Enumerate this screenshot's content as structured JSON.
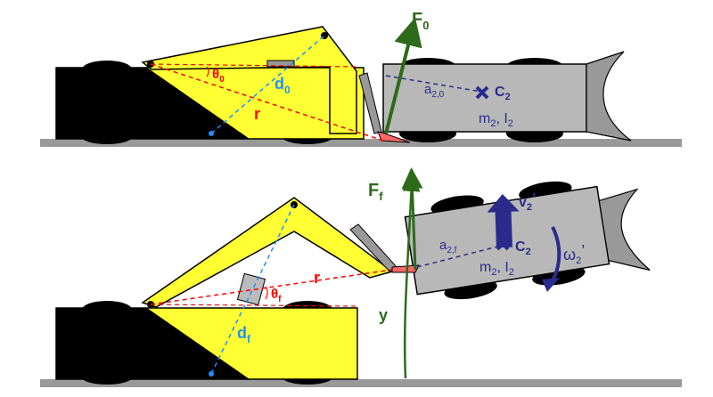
{
  "colors": {
    "ground": "#999999",
    "body_black": "#000000",
    "arm_yellow": "#ffff33",
    "target_gray": "#b8b8b8",
    "force_green": "#2d6a1a",
    "label_red": "#ff0000",
    "label_blue": "#1e90ff",
    "label_navy": "#2b2b8c",
    "outline": "#000000"
  },
  "top_scene": {
    "force_label": "F",
    "force_sub": "0",
    "angle_label": "θ",
    "angle_sub": "0",
    "d_label": "d",
    "d_sub": "0",
    "r_label": "r",
    "a_label": "a",
    "a_sub": "2,0",
    "c_label": "C",
    "c_sub": "2",
    "mass_label": "m",
    "mass_sub": "2",
    "inertia_label": ", I",
    "inertia_sub": "2"
  },
  "bottom_scene": {
    "force_label": "F",
    "force_sub": "f",
    "angle_label": "θ",
    "angle_sub": "f",
    "d_label": "d",
    "d_sub": "f",
    "r_label": "r",
    "a_label": "a",
    "a_sub": "2,f",
    "c_label": "C",
    "c_sub": "2",
    "mass_label": "m",
    "mass_sub": "2",
    "inertia_label": ", I",
    "inertia_sub": "2",
    "velocity_label": "v",
    "velocity_sub": "2",
    "velocity_prime": "’",
    "omega_label": "ω",
    "omega_sub": "2",
    "omega_prime": "’",
    "y_label": "y"
  }
}
